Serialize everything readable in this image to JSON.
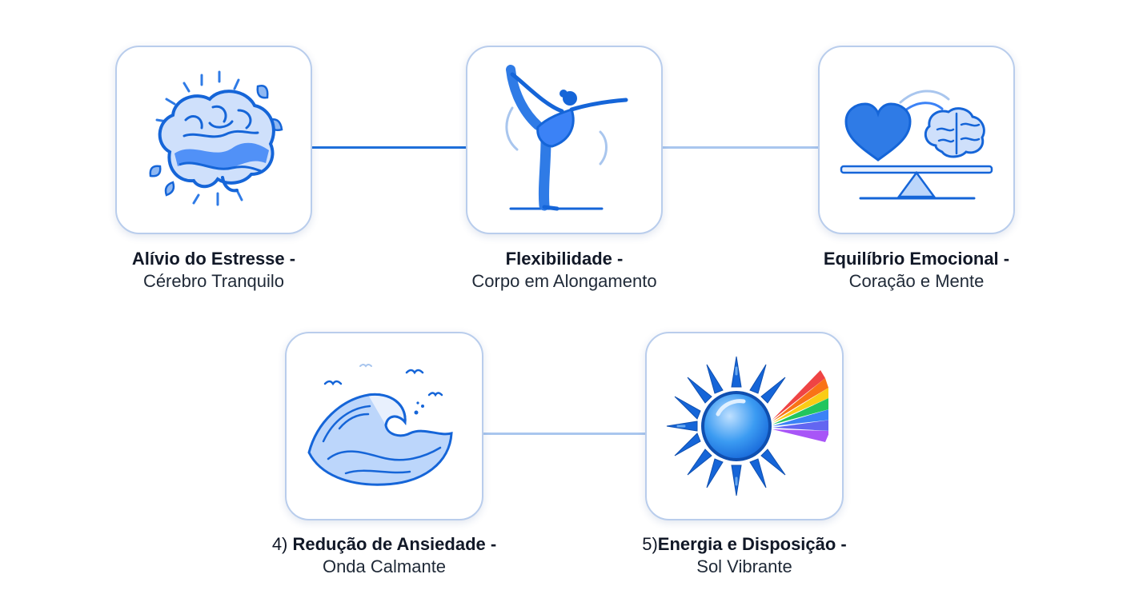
{
  "cards": [
    {
      "id": "stress",
      "icon": "calm-brain-icon",
      "prefix": "",
      "title": "Alívio do Estresse -",
      "subtitle": "Cérebro Tranquilo"
    },
    {
      "id": "flex",
      "icon": "yoga-stretch-icon",
      "prefix": "",
      "title": "Flexibilidade -",
      "subtitle": "Corpo em Alongamento"
    },
    {
      "id": "balance",
      "icon": "heart-brain-balance-icon",
      "prefix": "",
      "title": "Equilíbrio Emocional -",
      "subtitle": "Coração e Mente"
    },
    {
      "id": "anxiety",
      "icon": "calm-wave-icon",
      "prefix": "4) ",
      "title": "Redução de Ansiedade -",
      "subtitle": "Onda Calmante"
    },
    {
      "id": "energy",
      "icon": "vibrant-sun-icon",
      "prefix": "5)",
      "title": "Energia e Disposição -",
      "subtitle": "Sol Vibrante"
    }
  ],
  "colors": {
    "accent_dark": "#1565d8",
    "accent_mid": "#3b82f6",
    "accent_light": "#bcd6fb",
    "card_border": "#b9cdec",
    "connector_strong": "#1e6fd9",
    "connector_soft": "#a9c6ee"
  }
}
